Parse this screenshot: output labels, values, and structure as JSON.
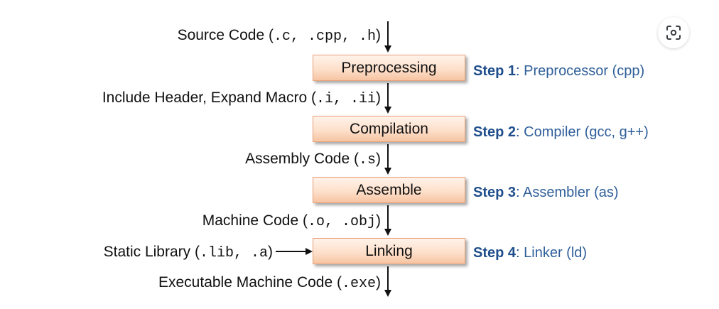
{
  "flow": {
    "source_label_a": "Source Code (",
    "source_label_b": ".c, .cpp, .h",
    "source_label_c": ")",
    "include_label_a": "Include Header, Expand Macro (",
    "include_label_b": ".i, .ii",
    "include_label_c": ")",
    "assembly_label_a": "Assembly Code (",
    "assembly_label_b": ".s",
    "assembly_label_c": ")",
    "machine_label_a": "Machine Code (",
    "machine_label_b": ".o, .obj",
    "machine_label_c": ")",
    "library_label_a": "Static Library (",
    "library_label_b": ".lib, .a",
    "library_label_c": ")",
    "exe_label_a": "Executable Machine Code (",
    "exe_label_b": ".exe",
    "exe_label_c": ")"
  },
  "stages": {
    "s1": "Preprocessing",
    "s2": "Compilation",
    "s3": "Assemble",
    "s4": "Linking"
  },
  "steps": {
    "s1": {
      "title": "Step 1",
      "desc": "Preprocessor (cpp)"
    },
    "s2": {
      "title": "Step 2",
      "desc": "Compiler (gcc, g++)"
    },
    "s3": {
      "title": "Step 3",
      "desc": "Assembler (as)"
    },
    "s4": {
      "title": "Step 4",
      "desc": "Linker (ld)"
    }
  },
  "colon": ":",
  "icons": {
    "lens": "lens-icon"
  },
  "colors": {
    "stage_fill": "#fde0cb",
    "stage_border": "#e8a27a",
    "step_text": "#1f4e8c"
  }
}
